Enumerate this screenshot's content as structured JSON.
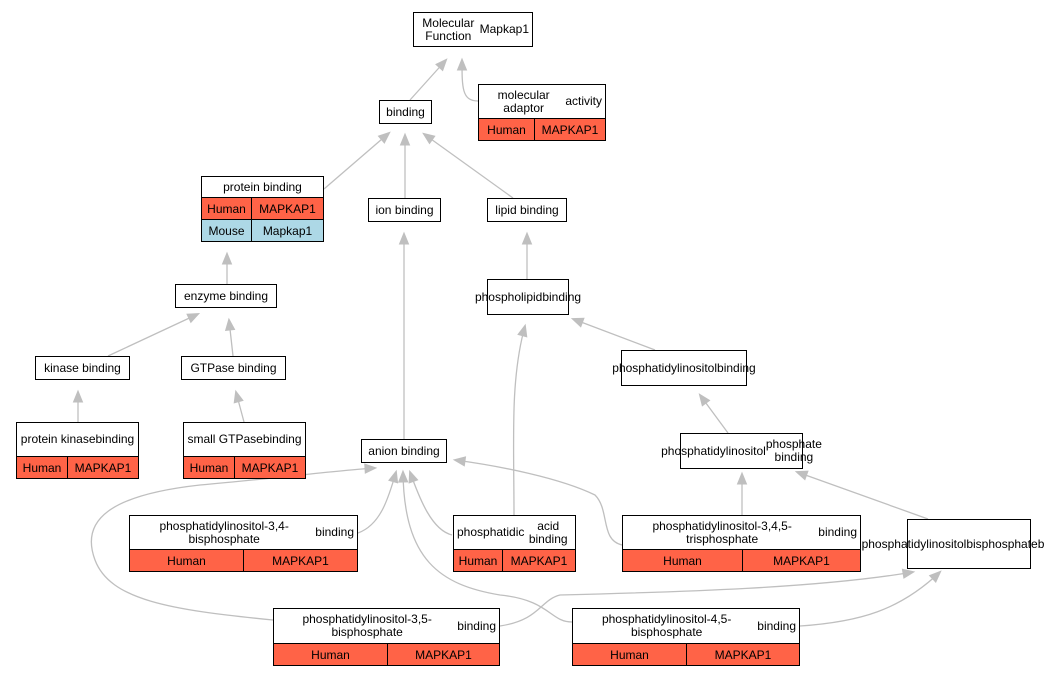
{
  "colors": {
    "human": "#ff6347",
    "mouse": "#add8e6",
    "edge": "#bfbfbf"
  },
  "nodes": [
    {
      "id": "molecular-function",
      "lines": [
        "Molecular Function",
        "Mapkap1"
      ],
      "annotations": []
    },
    {
      "id": "molecular-adaptor-activity",
      "lines": [
        "molecular adaptor",
        "activity"
      ],
      "annotations": [
        {
          "species": "Human",
          "gene": "MAPKAP1"
        }
      ]
    },
    {
      "id": "binding",
      "lines": [
        "binding"
      ],
      "annotations": []
    },
    {
      "id": "protein-binding",
      "lines": [
        "protein binding"
      ],
      "annotations": [
        {
          "species": "Human",
          "gene": "MAPKAP1"
        },
        {
          "species": "Mouse",
          "gene": "Mapkap1"
        }
      ]
    },
    {
      "id": "ion-binding",
      "lines": [
        "ion binding"
      ],
      "annotations": []
    },
    {
      "id": "lipid-binding",
      "lines": [
        "lipid binding"
      ],
      "annotations": []
    },
    {
      "id": "enzyme-binding",
      "lines": [
        "enzyme binding"
      ],
      "annotations": []
    },
    {
      "id": "phospholipid-binding",
      "lines": [
        "phospholipid",
        "binding"
      ],
      "annotations": []
    },
    {
      "id": "kinase-binding",
      "lines": [
        "kinase binding"
      ],
      "annotations": []
    },
    {
      "id": "gtpase-binding",
      "lines": [
        "GTPase binding"
      ],
      "annotations": []
    },
    {
      "id": "phosphatidylinositol-binding",
      "lines": [
        "phosphatidylinositol",
        "binding"
      ],
      "annotations": []
    },
    {
      "id": "protein-kinase-binding",
      "lines": [
        "protein kinase",
        "binding"
      ],
      "annotations": [
        {
          "species": "Human",
          "gene": "MAPKAP1"
        }
      ]
    },
    {
      "id": "small-gtpase-binding",
      "lines": [
        "small GTPase",
        "binding"
      ],
      "annotations": [
        {
          "species": "Human",
          "gene": "MAPKAP1"
        }
      ]
    },
    {
      "id": "anion-binding",
      "lines": [
        "anion binding"
      ],
      "annotations": []
    },
    {
      "id": "phosphatidylinositol-phosphate-binding",
      "lines": [
        "phosphatidylinositol",
        "phosphate binding"
      ],
      "annotations": []
    },
    {
      "id": "pi-34-bisphosphate-binding",
      "lines": [
        "phosphatidylinositol-3,4-bisphosphate",
        "binding"
      ],
      "annotations": [
        {
          "species": "Human",
          "gene": "MAPKAP1"
        }
      ]
    },
    {
      "id": "phosphatidic-acid-binding",
      "lines": [
        "phosphatidic",
        "acid binding"
      ],
      "annotations": [
        {
          "species": "Human",
          "gene": "MAPKAP1"
        }
      ]
    },
    {
      "id": "pi-345-trisphosphate-binding",
      "lines": [
        "phosphatidylinositol-3,4,5-trisphosphate",
        "binding"
      ],
      "annotations": [
        {
          "species": "Human",
          "gene": "MAPKAP1"
        }
      ]
    },
    {
      "id": "phosphatidylinositol-bisphosphate-binding",
      "lines": [
        "phosphatidylinositol",
        "bisphosphate",
        "binding"
      ],
      "annotations": []
    },
    {
      "id": "pi-35-bisphosphate-binding",
      "lines": [
        "phosphatidylinositol-3,5-bisphosphate",
        "binding"
      ],
      "annotations": [
        {
          "species": "Human",
          "gene": "MAPKAP1"
        }
      ]
    },
    {
      "id": "pi-45-bisphosphate-binding",
      "lines": [
        "phosphatidylinositol-4,5-bisphosphate",
        "binding"
      ],
      "annotations": [
        {
          "species": "Human",
          "gene": "MAPKAP1"
        }
      ]
    }
  ],
  "edges": [
    [
      "molecular-adaptor-activity",
      "molecular-function"
    ],
    [
      "binding",
      "molecular-function"
    ],
    [
      "protein-binding",
      "binding"
    ],
    [
      "ion-binding",
      "binding"
    ],
    [
      "lipid-binding",
      "binding"
    ],
    [
      "enzyme-binding",
      "protein-binding"
    ],
    [
      "phospholipid-binding",
      "lipid-binding"
    ],
    [
      "kinase-binding",
      "enzyme-binding"
    ],
    [
      "gtpase-binding",
      "enzyme-binding"
    ],
    [
      "phosphatidylinositol-binding",
      "phospholipid-binding"
    ],
    [
      "protein-kinase-binding",
      "kinase-binding"
    ],
    [
      "small-gtpase-binding",
      "gtpase-binding"
    ],
    [
      "anion-binding",
      "ion-binding"
    ],
    [
      "phosphatidylinositol-phosphate-binding",
      "phosphatidylinositol-binding"
    ],
    [
      "phosphatidic-acid-binding",
      "phospholipid-binding"
    ],
    [
      "phosphatidic-acid-binding",
      "anion-binding"
    ],
    [
      "pi-34-bisphosphate-binding",
      "anion-binding"
    ],
    [
      "pi-345-trisphosphate-binding",
      "anion-binding"
    ],
    [
      "pi-345-trisphosphate-binding",
      "phosphatidylinositol-phosphate-binding"
    ],
    [
      "phosphatidylinositol-bisphosphate-binding",
      "phosphatidylinositol-phosphate-binding"
    ],
    [
      "pi-35-bisphosphate-binding",
      "anion-binding"
    ],
    [
      "pi-35-bisphosphate-binding",
      "phosphatidylinositol-bisphosphate-binding"
    ],
    [
      "pi-45-bisphosphate-binding",
      "anion-binding"
    ],
    [
      "pi-45-bisphosphate-binding",
      "phosphatidylinositol-bisphosphate-binding"
    ]
  ]
}
